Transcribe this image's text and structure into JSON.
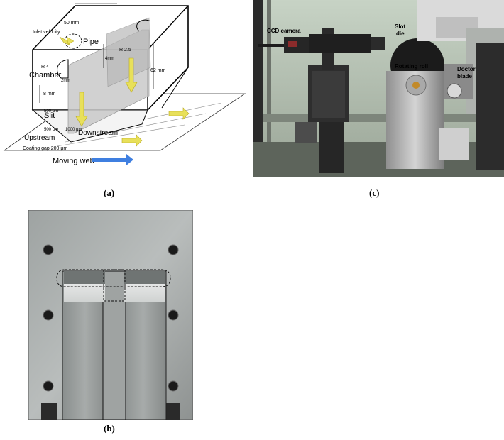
{
  "captions": {
    "a": "(a)",
    "b": "(b)",
    "c": "(c)"
  },
  "panel_a": {
    "dim_width": "50 mm",
    "inlet_velocity": "Inlet velocity",
    "pipe": "Pipe",
    "chamber": "Chamber",
    "r4": "R 4",
    "r25": "R 2.5",
    "d_4mm": "4mm",
    "d_62mm": "62 mm",
    "d_8mm": "8 mm",
    "d_2mm": "2mm",
    "d_500um": "500 μm",
    "slit": "Slit",
    "d_500um_b": "500 μm",
    "d_1000um": "1000 μm",
    "upstream": "Upstream",
    "downstream": "Downstream",
    "coating_gap": "Coating gap 200 μm",
    "moving_web": "Moving web",
    "colors": {
      "arrow_yellow": "#e8e05a",
      "arrow_blue": "#3f7fe0",
      "slit_fill": "#c8c8c8"
    }
  },
  "panel_c": {
    "ccd_camera": "CCD camera",
    "slot_die_1": "Slot",
    "slot_die_2": "die",
    "rotating_roll": "Rotating roll",
    "doctor_blade_1": "Doctor",
    "doctor_blade_2": "blade"
  },
  "panel_b": {}
}
